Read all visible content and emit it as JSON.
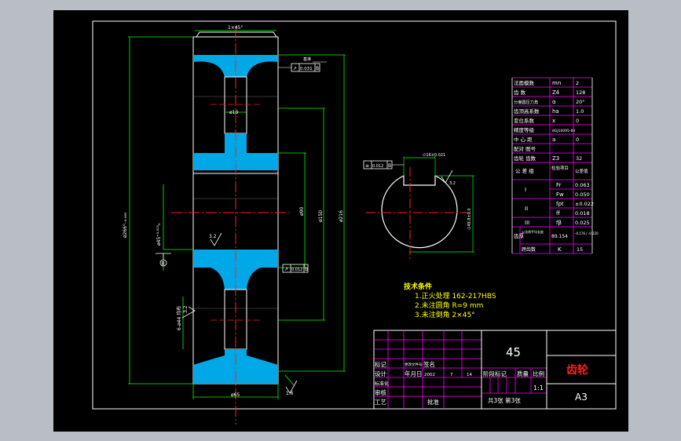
{
  "colors": {
    "background": "#000000",
    "outer_canvas": "#b9bec4",
    "border": "#ffffff",
    "section_fill": "#00a8e8",
    "dimension": "#00ff00",
    "centerline": "#ff2020",
    "table_grid": "#ff00ff",
    "text": "#ffffff",
    "notes": "#ffff00"
  },
  "dimensions": {
    "chamfer_top": "1×45°",
    "hub_bore": "ø19",
    "web_dia": "ø90",
    "hub_dia": "ø150",
    "outer_dia": "ø216",
    "tip_dia_tol": "ø266⁰₋₀.₀₆₅",
    "bore_tol": "ø45⁺⁰·⁰²⁵₀",
    "width": "ø65",
    "holes": "6-ø44 均布",
    "roughness_left": "3.2",
    "roughness_bottom": "1.6",
    "keyway_width": "∅16±0.021",
    "keyway_roughness": "3.2",
    "keyway_depth": "∅49.8±0.0",
    "tol_label": "基准",
    "runout_upper": "0.031",
    "runout_lower": "0.012",
    "key_tol": "0.012"
  },
  "params": {
    "rows": [
      {
        "name": "法面模数",
        "sym": "mn",
        "val": "2"
      },
      {
        "name": "齿  数",
        "sym": "Z4",
        "val": "128"
      },
      {
        "name": "分度圆压力角",
        "sym": "α",
        "val": "20°"
      },
      {
        "name": "齿顶高系数",
        "sym": "ha",
        "val": "1.0"
      },
      {
        "name": "变位系数",
        "sym": "x",
        "val": "0"
      },
      {
        "name": "精度等级",
        "sym": "8GJ10095-88",
        "val": ""
      },
      {
        "name": "中 心 距",
        "sym": "a",
        "val": "0"
      },
      {
        "name": "配对 图号",
        "sym": "",
        "val": ""
      },
      {
        "name": "齿轮 齿数",
        "sym": "Z3",
        "val": "32"
      }
    ],
    "group_header": {
      "name": "公 差 组",
      "sym": "检验项目",
      "val": "公差值"
    },
    "groups": [
      {
        "name": "I",
        "rows": [
          {
            "sym": "Fr",
            "val": "0.063"
          },
          {
            "sym": "Fw",
            "val": "0.050"
          }
        ]
      },
      {
        "name": "II",
        "rows": [
          {
            "sym": "fpt",
            "val": "±0.022"
          },
          {
            "sym": "ff",
            "val": "0.018"
          }
        ]
      },
      {
        "name": "III",
        "rows": [
          {
            "sym": "fβ",
            "val": "0.025"
          }
        ]
      }
    ],
    "tooth": {
      "name": "齿厚",
      "sub1": "公法线平均长度",
      "sub1_val": "89.154",
      "sub1_tol": "-0.176 / -0.220",
      "sub2": "跨齿数",
      "sub2_sym": "K",
      "sub2_val": "15"
    }
  },
  "notes": {
    "title": "技术条件",
    "items": [
      "1.正火处理 162-217HBS",
      "2.未注圆角 R=9 mm",
      "3.未注倒角 2×45°"
    ]
  },
  "title_block": {
    "material": "45",
    "part_name": "齿轮",
    "sheet_size": "A3",
    "scale": "1:1",
    "rows": {
      "biaoji": "标记",
      "gengai": "更改文件号",
      "qianming": "签名",
      "sheji": "设计",
      "date_label": "年月日",
      "year": "2002",
      "month": "7",
      "day": "14",
      "biaozhun": "标准化",
      "shenhe": "审核",
      "gongyi": "工艺",
      "pizhun": "批准",
      "stage": "阶段标记",
      "weight": "质量",
      "ratio": "比例",
      "sheets": "共3张 第3张"
    }
  }
}
